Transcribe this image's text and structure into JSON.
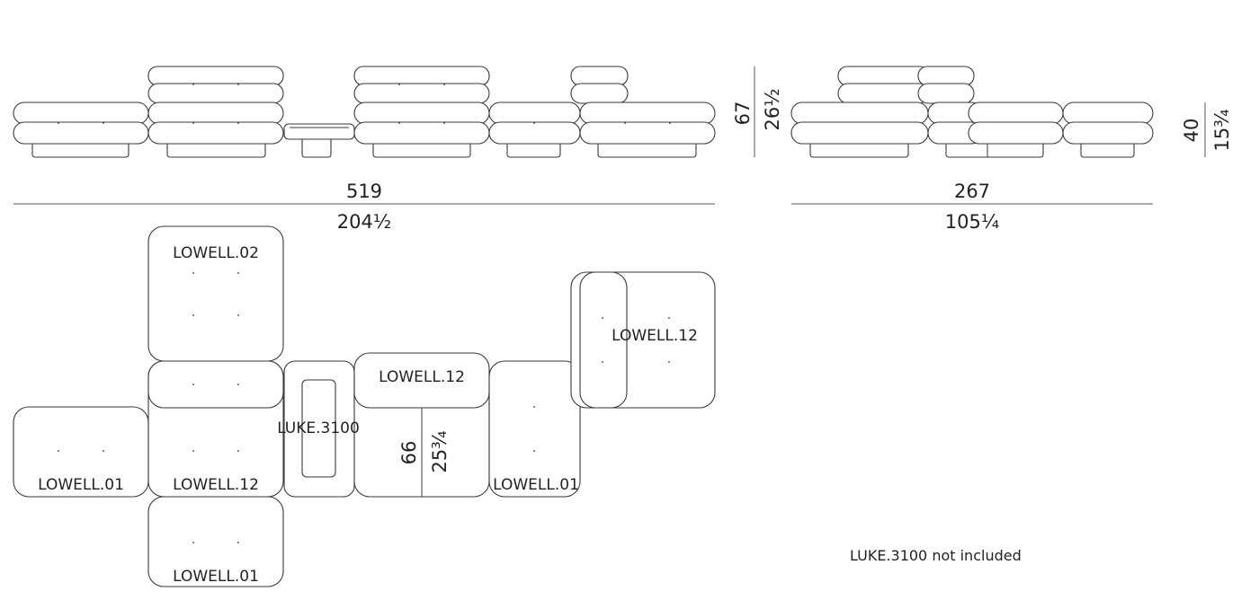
{
  "front_view": {
    "width_cm": "519",
    "width_in": "204½",
    "height_cm": "67",
    "height_in": "26½"
  },
  "side_view": {
    "width_cm": "267",
    "width_in": "105¼",
    "height_cm": "40",
    "height_in": "15¾"
  },
  "plan": {
    "modules": {
      "top_back": "LOWELL.02",
      "left_end": "LOWELL.01",
      "corner": "LOWELL.12",
      "bottom_end": "LOWELL.01",
      "table": "LUKE.3100",
      "middle_back": "LOWELL.12",
      "right_end": "LOWELL.01",
      "far_corner": "LOWELL.12"
    },
    "seat_depth_cm": "66",
    "seat_depth_in": "25¾"
  },
  "note": "LUKE.3100 not included"
}
